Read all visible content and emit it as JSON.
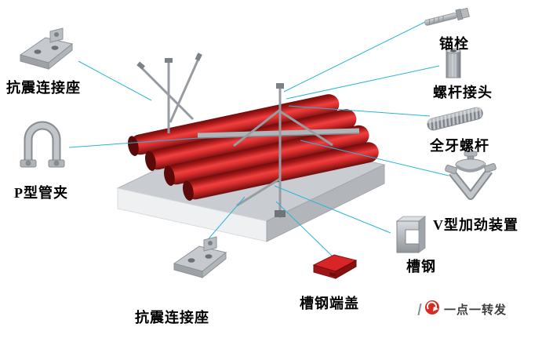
{
  "parts": {
    "seismic_connector_top": {
      "label": "抗震连接座",
      "icon": "bracket-connector-icon"
    },
    "p_type_pipe_clamp": {
      "label": "P型管夹",
      "icon": "p-clamp-icon"
    },
    "anchor_bolt": {
      "label": "锚栓",
      "icon": "anchor-bolt-icon"
    },
    "rod_coupling": {
      "label": "螺杆接头",
      "icon": "coupling-nut-icon"
    },
    "full_thread_rod": {
      "label": "全牙螺杆",
      "icon": "threaded-rod-icon"
    },
    "v_type_stiffener": {
      "label": "V型加劲装置",
      "icon": "v-stiffener-icon"
    },
    "channel_steel": {
      "label": "槽钢",
      "icon": "channel-steel-icon"
    },
    "seismic_connector_bottom": {
      "label": "抗震连接座",
      "icon": "bracket-connector-icon"
    },
    "channel_end_cap": {
      "label": "槽钢端盖",
      "icon": "end-cap-icon"
    }
  },
  "watermark": {
    "text": "一点一转发"
  },
  "colors": {
    "leader": "#2ab4d9",
    "pipe_red": "#c81d1d",
    "pipe_dark": "#6e0d0d",
    "metal": "#aab0b5",
    "slab_top": "#c9cdd1",
    "slab_front": "#eef0f1",
    "slab_side": "#b2b6ba",
    "label_text": "#000000",
    "logo_red": "#d62a22"
  }
}
